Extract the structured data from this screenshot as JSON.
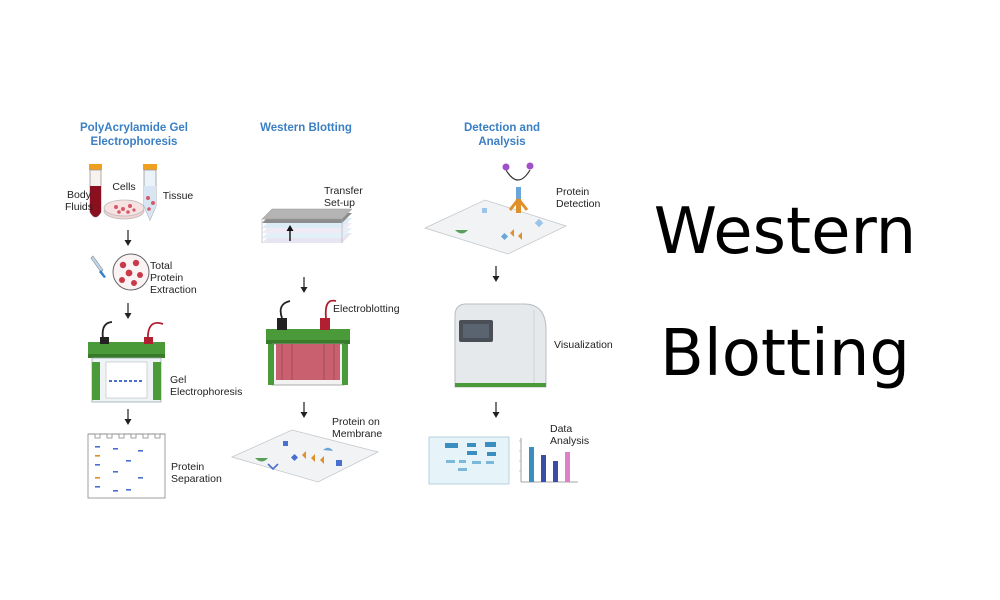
{
  "title": {
    "line1": "Western",
    "line2": "Blotting"
  },
  "columns": {
    "gel": {
      "header_line1": "PolyAcrylamide Gel",
      "header_line2": "Electrophoresis",
      "labels": {
        "body_fluids_1": "Body",
        "body_fluids_2": "Fluids",
        "cells": "Cells",
        "tissue": "Tissue",
        "extraction_1": "Total",
        "extraction_2": "Protein",
        "extraction_3": "Extraction",
        "electro_1": "Gel",
        "electro_2": "Electrophoresis",
        "separation_1": "Protein",
        "separation_2": "Separation"
      }
    },
    "blot": {
      "header": "Western Blotting",
      "labels": {
        "transfer_1": "Transfer",
        "transfer_2": "Set-up",
        "electroblotting": "Electroblotting",
        "membrane_1": "Protein on",
        "membrane_2": "Membrane"
      }
    },
    "detect": {
      "header_line1": "Detection and",
      "header_line2": "Analysis",
      "labels": {
        "detection_1": "Protein",
        "detection_2": "Detection",
        "visualization": "Visualization",
        "analysis_1": "Data",
        "analysis_2": "Analysis"
      }
    }
  },
  "colors": {
    "header_blue": "#3b7fc4",
    "device_green": "#4a9a3a",
    "gel_red": "#c86070",
    "band_blue": "#4a6fd0"
  }
}
